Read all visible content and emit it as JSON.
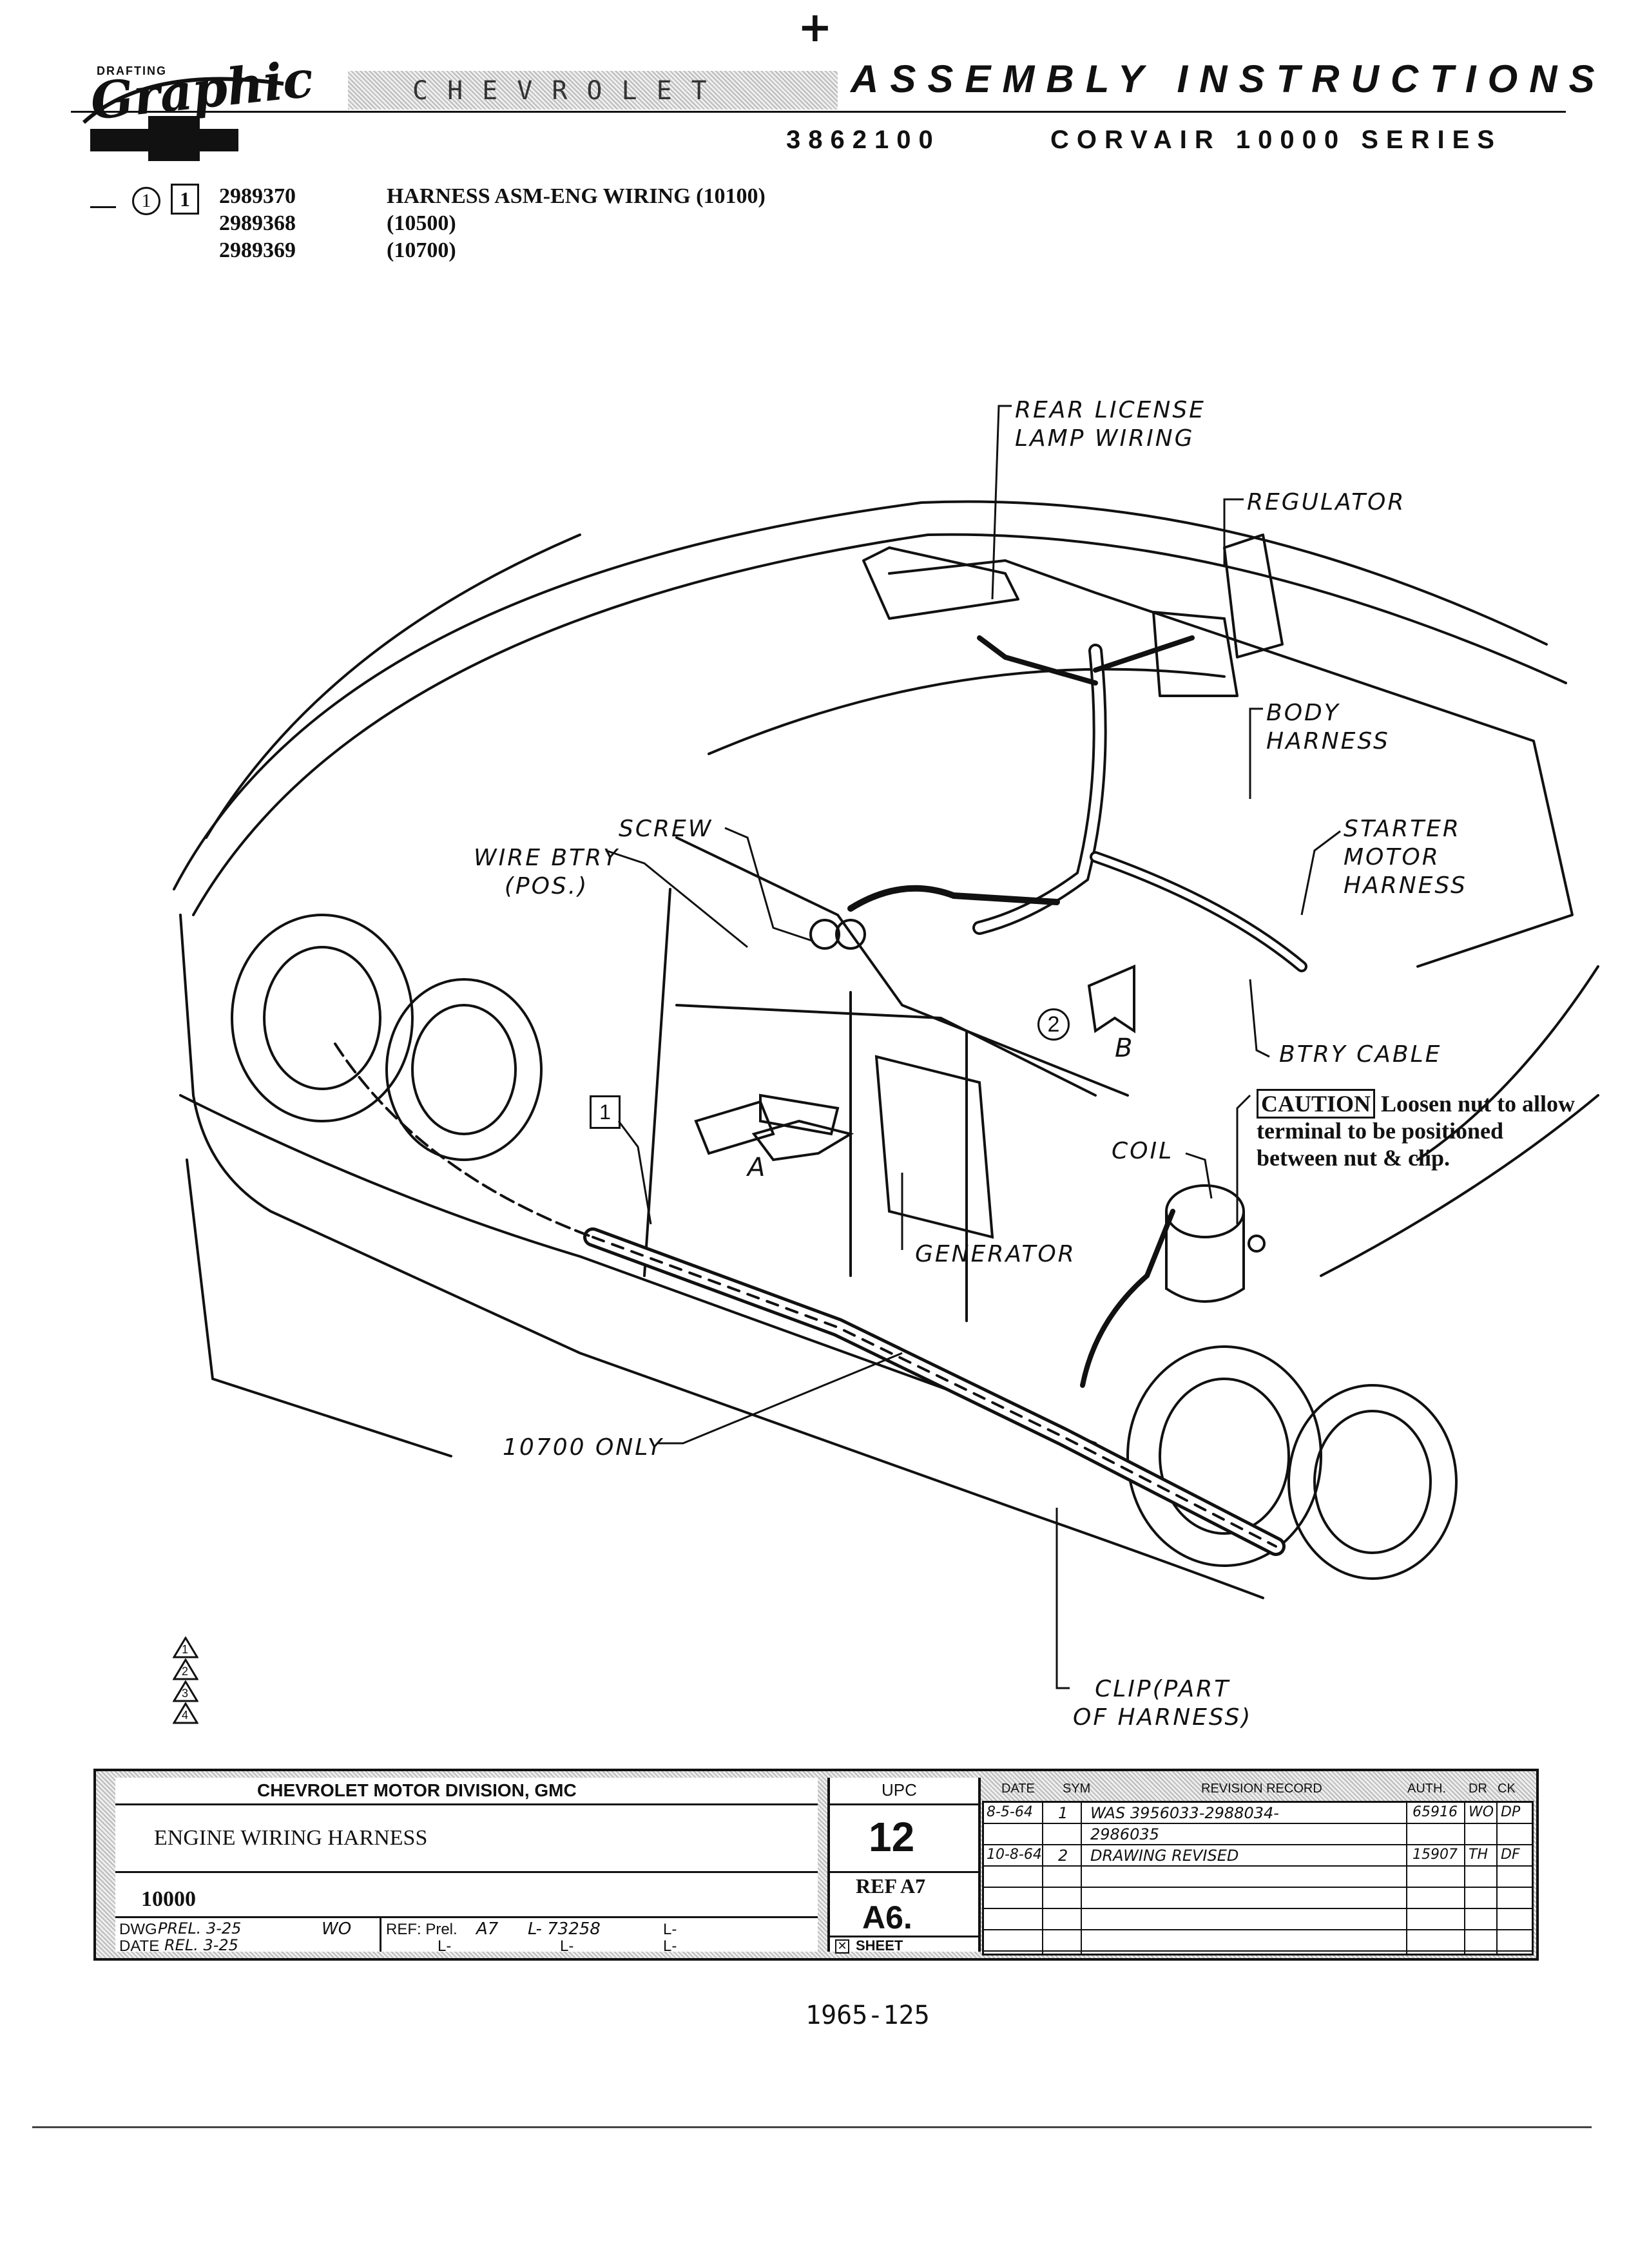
{
  "header": {
    "plus_mark": "+",
    "logo_top": "DRAFTING",
    "logo_script": "Graphic",
    "band_text": "CHEVROLET",
    "title": "ASSEMBLY INSTRUCTIONS",
    "part_number": "3862100",
    "series": "CORVAIR 10000 SERIES"
  },
  "parts": {
    "circle_ref": "1",
    "box_ref": "1",
    "rows": [
      {
        "number": "2989370",
        "description": "HARNESS ASM-ENG WIRING (10100)"
      },
      {
        "number": "2989368",
        "description": "(10500)"
      },
      {
        "number": "2989369",
        "description": "(10700)"
      }
    ]
  },
  "callouts": {
    "rear_license_1": "REAR LICENSE",
    "rear_license_2": "LAMP WIRING",
    "regulator": "REGULATOR",
    "body_1": "BODY",
    "body_2": "HARNESS",
    "starter_1": "STARTER",
    "starter_2": "MOTOR",
    "starter_3": "HARNESS",
    "screw": "SCREW",
    "wire_btry_1": "WIRE BTRY",
    "wire_btry_2": "(POS.)",
    "circle_2": "2",
    "view_b": "B",
    "btry_cable": "BTRY CABLE",
    "box_1": "1",
    "view_a": "A",
    "coil": "COIL",
    "generator": "GENERATOR",
    "only_10700": "10700 ONLY",
    "clip_1": "CLIP(PART",
    "clip_2": "OF HARNESS)"
  },
  "caution": {
    "label": "CAUTION",
    "text": "Loosen nut to allow terminal to be positioned between nut & clip."
  },
  "revision_triangles": [
    "1",
    "2",
    "3",
    "4"
  ],
  "title_block": {
    "division": "CHEVROLET MOTOR DIVISION, GMC",
    "title": "ENGINE WIRING HARNESS",
    "model": "10000",
    "dwg_label": "DWG",
    "date_label": "DATE",
    "dwg_prel": "PREL. 3-25",
    "initials": "WO",
    "date_rel": "REL. 3-25",
    "ref_label": "REF: Prel.",
    "ref_value": "A7",
    "ref_l1": "L- 73258",
    "ref_l2": "L-",
    "ref_l3": "L-",
    "ref_l4": "L-",
    "ref_l5": "L-",
    "upc_label": "UPC",
    "upc": "12",
    "ref_a7": "REF A7",
    "sheet_code": "A6.",
    "sheet_label": "SHEET",
    "col_date": "DATE",
    "col_sym": "SYM",
    "col_rev": "REVISION RECORD",
    "col_auth": "AUTH.",
    "col_dr": "DR",
    "col_ck": "CK",
    "revisions": [
      {
        "date": "8-5-64",
        "sym": "1",
        "text": "WAS 3956033-2988034-",
        "auth": "65916",
        "dr": "WO",
        "ck": "DP"
      },
      {
        "date": "",
        "sym": "",
        "text": "2986035",
        "auth": "",
        "dr": "",
        "ck": ""
      },
      {
        "date": "10-8-64",
        "sym": "2",
        "text": "DRAWING REVISED",
        "auth": "15907",
        "dr": "TH",
        "ck": "DF"
      }
    ]
  },
  "footer": "1965-125"
}
